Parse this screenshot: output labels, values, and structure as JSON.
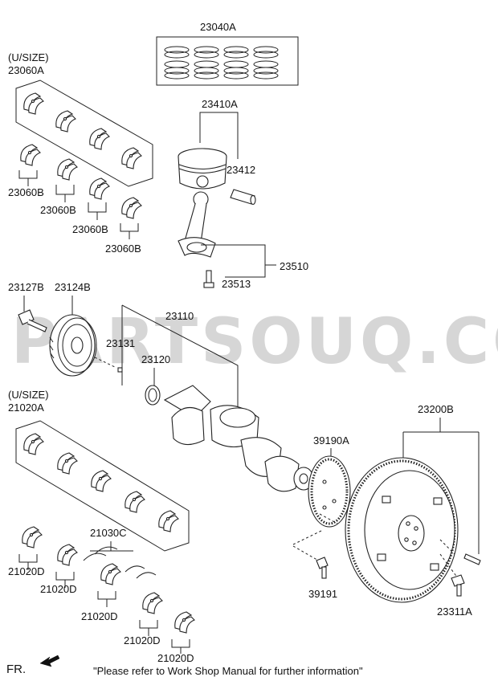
{
  "watermark": "PARTSOUQ.COM",
  "labels": {
    "usize_top": "(U/SIZE)",
    "p23060A": "23060A",
    "p23040A": "23040A",
    "p23410A": "23410A",
    "p23412": "23412",
    "p23060B_1": "23060B",
    "p23060B_2": "23060B",
    "p23060B_3": "23060B",
    "p23060B_4": "23060B",
    "p23510": "23510",
    "p23513": "23513",
    "p23127B": "23127B",
    "p23124B": "23124B",
    "p23110": "23110",
    "p23131": "23131",
    "p23120": "23120",
    "usize_bottom": "(U/SIZE)",
    "p21020A": "21020A",
    "p39190A": "39190A",
    "p23200B": "23200B",
    "p21030C": "21030C",
    "p21020D_1": "21020D",
    "p21020D_2": "21020D",
    "p21020D_3": "21020D",
    "p21020D_4": "21020D",
    "p21020D_5": "21020D",
    "p39191": "39191",
    "p23311A": "23311A"
  },
  "footer": {
    "direction": "FR.",
    "note": "\"Please refer to Work Shop Manual for further information\""
  },
  "colors": {
    "line": "#222222",
    "watermark": "#d6d6d6"
  }
}
